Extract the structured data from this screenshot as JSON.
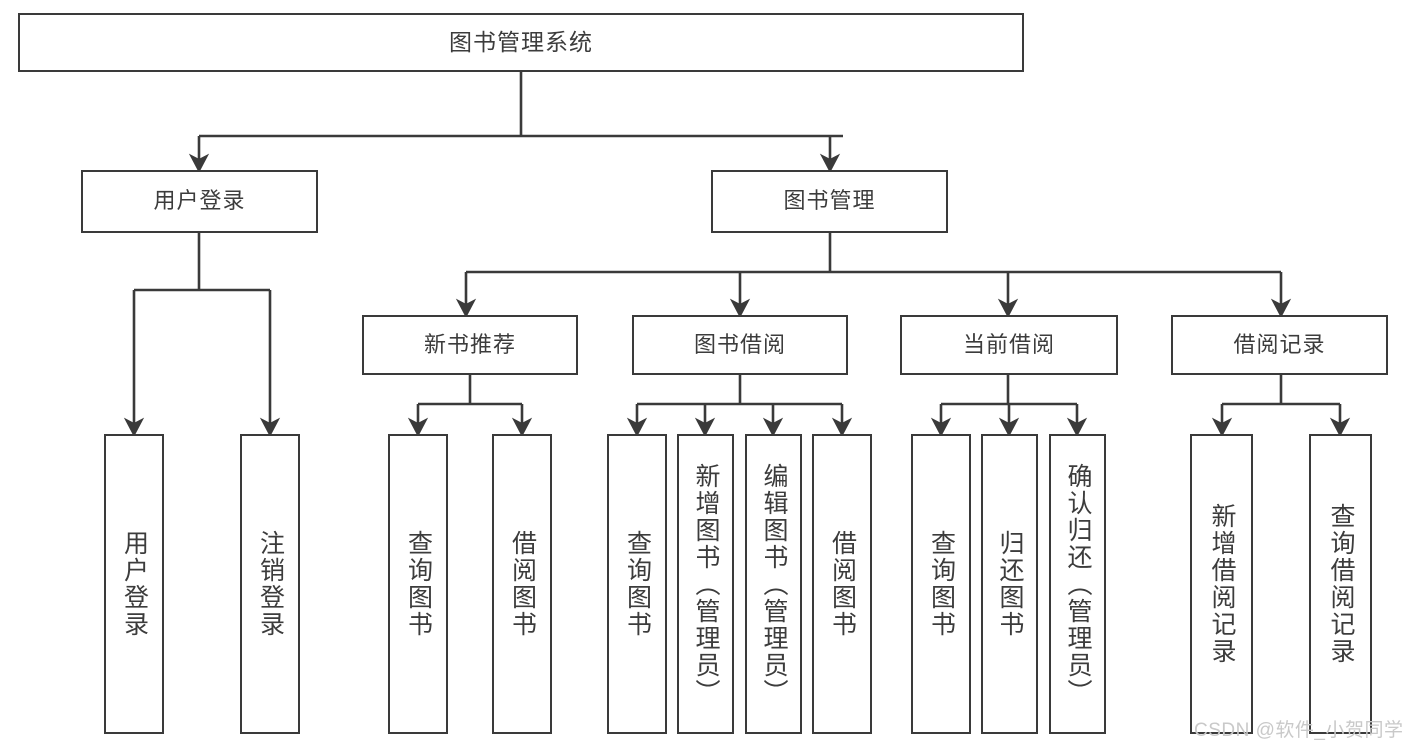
{
  "diagram": {
    "title": "图书管理系统",
    "type": "tree-hierarchy-diagram",
    "root": {
      "label": "图书管理系统"
    },
    "level2": [
      {
        "label": "用户登录"
      },
      {
        "label": "图书管理"
      }
    ],
    "level3": [
      {
        "label": "新书推荐"
      },
      {
        "label": "图书借阅"
      },
      {
        "label": "当前借阅"
      },
      {
        "label": "借阅记录"
      }
    ],
    "leaves": {
      "user_login": [
        {
          "label": "用户登录"
        },
        {
          "label": "注销登录"
        }
      ],
      "new_book_recommend": [
        {
          "label": "查询图书"
        },
        {
          "label": "借阅图书"
        }
      ],
      "book_borrow": [
        {
          "label": "查询图书"
        },
        {
          "label": "新增图书（管理员）"
        },
        {
          "label": "编辑图书（管理员）"
        },
        {
          "label": "借阅图书"
        }
      ],
      "current_borrow": [
        {
          "label": "查询图书"
        },
        {
          "label": "归还图书"
        },
        {
          "label": "确认归还（管理员）"
        }
      ],
      "borrow_record": [
        {
          "label": "新增借阅记录"
        },
        {
          "label": "查询借阅记录"
        }
      ]
    }
  },
  "watermark": {
    "text": "CSDN @软件_小贺同学"
  },
  "colors": {
    "border": "#3a3a3a",
    "text": "#3c3c3c",
    "background": "#ffffff",
    "watermark": "#c9c9c9"
  }
}
